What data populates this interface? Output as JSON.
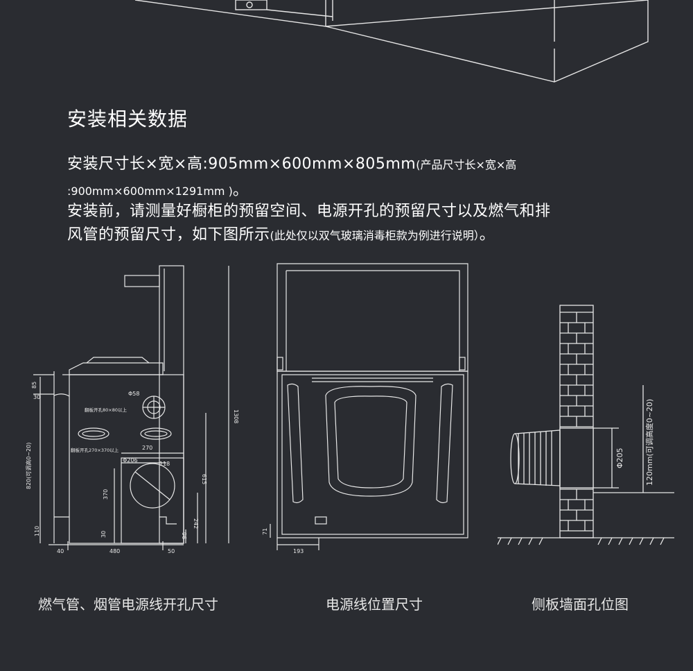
{
  "heading": "安装相关数据",
  "paragraph": {
    "line1_main": "安装尺寸长×宽×高:905mm×600mm×805mm",
    "line1_small": "(产品尺寸长×宽×高",
    "line2_small": ":900mm×600mm×1291mm )",
    "line2_end": "。",
    "line3": "安装前，请测量好橱柜的预留空间、电源开孔的预留尺寸以及燃气和排",
    "line4_main": "风管的预留尺寸，如下图所示",
    "line4_small": "(此处仅以双气玻璃消毒柜款为例进行说明）",
    "line4_end": "。"
  },
  "diagram1": {
    "caption": "燃气管、烟管电源线开孔尺寸",
    "dims": {
      "d85": "85",
      "d30": "30",
      "d820": "820(可调高0~20)",
      "d110": "110",
      "d40": "40",
      "d480": "480",
      "d50": "50",
      "d1308": "1308",
      "d58": "Φ58",
      "hole1": "翻板开孔80×80以上",
      "hole2": "翻板开孔270×370以上",
      "d270": "270",
      "d206": "Φ206",
      "d118": "118",
      "d370": "370",
      "d615": "615",
      "d242": "242",
      "d96": "96",
      "d30b": "30"
    }
  },
  "diagram2": {
    "caption": "电源线位置尺寸",
    "dims": {
      "d71": "71",
      "d193": "193"
    }
  },
  "diagram3": {
    "caption": "侧板墙面孔位图",
    "dims": {
      "d205": "Φ205",
      "d120": "120mm(可调高度0~20)"
    }
  },
  "colors": {
    "background": "#2a2c31",
    "line": "#ffffff"
  }
}
